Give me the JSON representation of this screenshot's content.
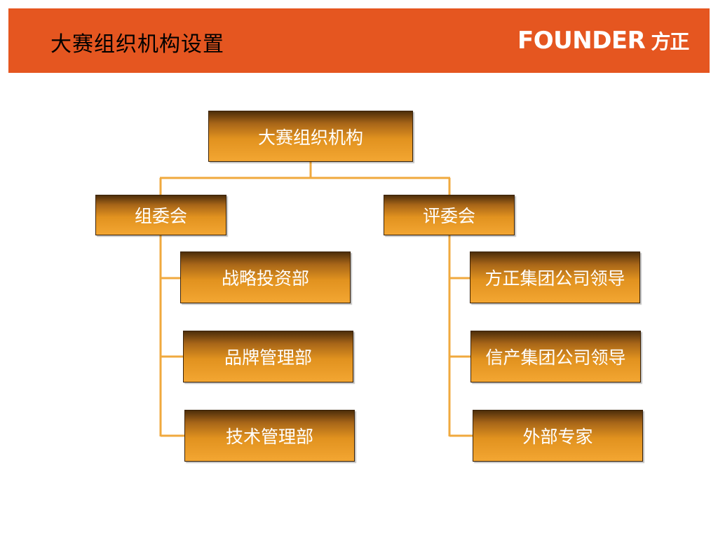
{
  "header": {
    "title": "大赛组织机构设置",
    "logo": {
      "word": "FOUNDER",
      "chinese": "方正"
    }
  },
  "colors": {
    "header_bg": "#e55620",
    "connector": "#f0a93e",
    "box_dark": "#4d2e0a",
    "box_light": "#f3a632"
  },
  "org": {
    "root": "大赛组织机构",
    "left": {
      "label": "组委会",
      "children": [
        "战略投资部",
        "品牌管理部",
        "技术管理部"
      ]
    },
    "right": {
      "label": "评委会",
      "children": [
        "方正集团公司领导",
        "信产集团公司领导",
        "外部专家"
      ]
    }
  }
}
